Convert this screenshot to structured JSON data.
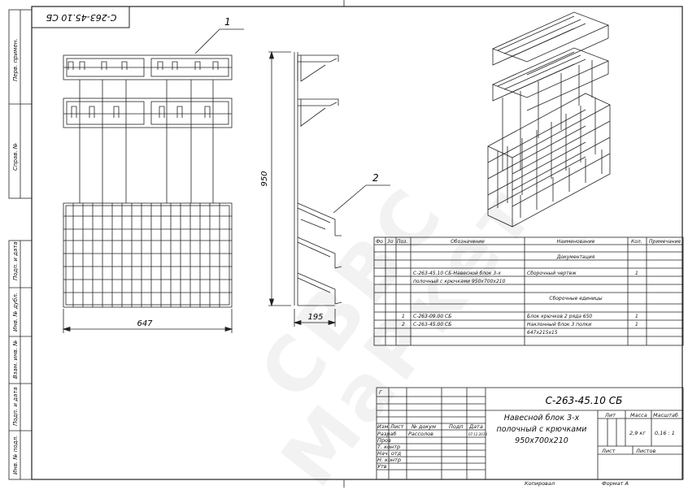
{
  "sheet": {
    "code_rotated": "С-263-45.10 СБ",
    "leader_1": "1",
    "leader_2": "2",
    "dim_width": "647",
    "dim_height": "950",
    "dim_depth": "195"
  },
  "side_stamp": [
    "Перв. примен.",
    "Справ. №",
    "Подп. и дата",
    "Инв. № дубл.",
    "Взам. инв. №",
    "Подп. и дата",
    "Инв. № подл."
  ],
  "spec": {
    "headers": [
      "Фо",
      "Зо",
      "Поз.",
      "Обозначение",
      "Наименование",
      "Кол.",
      "Примечание"
    ],
    "rows": [
      {
        "section": "Документация"
      },
      {
        "pos": "",
        "designation": "С-263-45.10 СБ-Навесной блок 3-х",
        "name": "Сборочный чертеж",
        "qty": "1"
      },
      {
        "pos": "",
        "designation": "полочный с крючками 950х700х210",
        "name": "",
        "qty": ""
      },
      {
        "section": "Сборочные единицы"
      },
      {
        "pos": "1",
        "designation": "С-263-09.00 СБ",
        "name": "Блок крючков 2 ряда 650",
        "qty": "1"
      },
      {
        "pos": "2",
        "designation": "С-263-45.00 СБ",
        "name": "Наклонный блок 3 полки",
        "qty": "1"
      },
      {
        "pos": "",
        "designation": "",
        "name": "647х215х15",
        "qty": ""
      }
    ]
  },
  "title_block": {
    "code": "С-263-45.10 СБ",
    "name_lines": [
      "Навесной блок 3-х",
      "полочный с крючками",
      "950х700х210"
    ],
    "change_label": "Г",
    "hdr_izm": "Изм",
    "hdr_list": "Лист",
    "hdr_doc": "№ докум",
    "hdr_podp": "Подп",
    "hdr_data": "Дата",
    "roles": [
      "Разраб",
      "Пров",
      "Т. контр",
      "Нач. отд",
      "Н. контр",
      "Утв"
    ],
    "developer": "Рассолов",
    "date": "07.12.2018",
    "lit_label": "Лит",
    "mass_label": "Масса",
    "scale_label": "Масштаб",
    "mass": "2,9 кг",
    "scale": "0,16 : 1",
    "sheet_label": "Лист",
    "sheets_label": "Листов",
    "copied": "Копировал",
    "format": "Формат А"
  },
  "watermark": [
    "СВВС",
    "МаРкет"
  ]
}
